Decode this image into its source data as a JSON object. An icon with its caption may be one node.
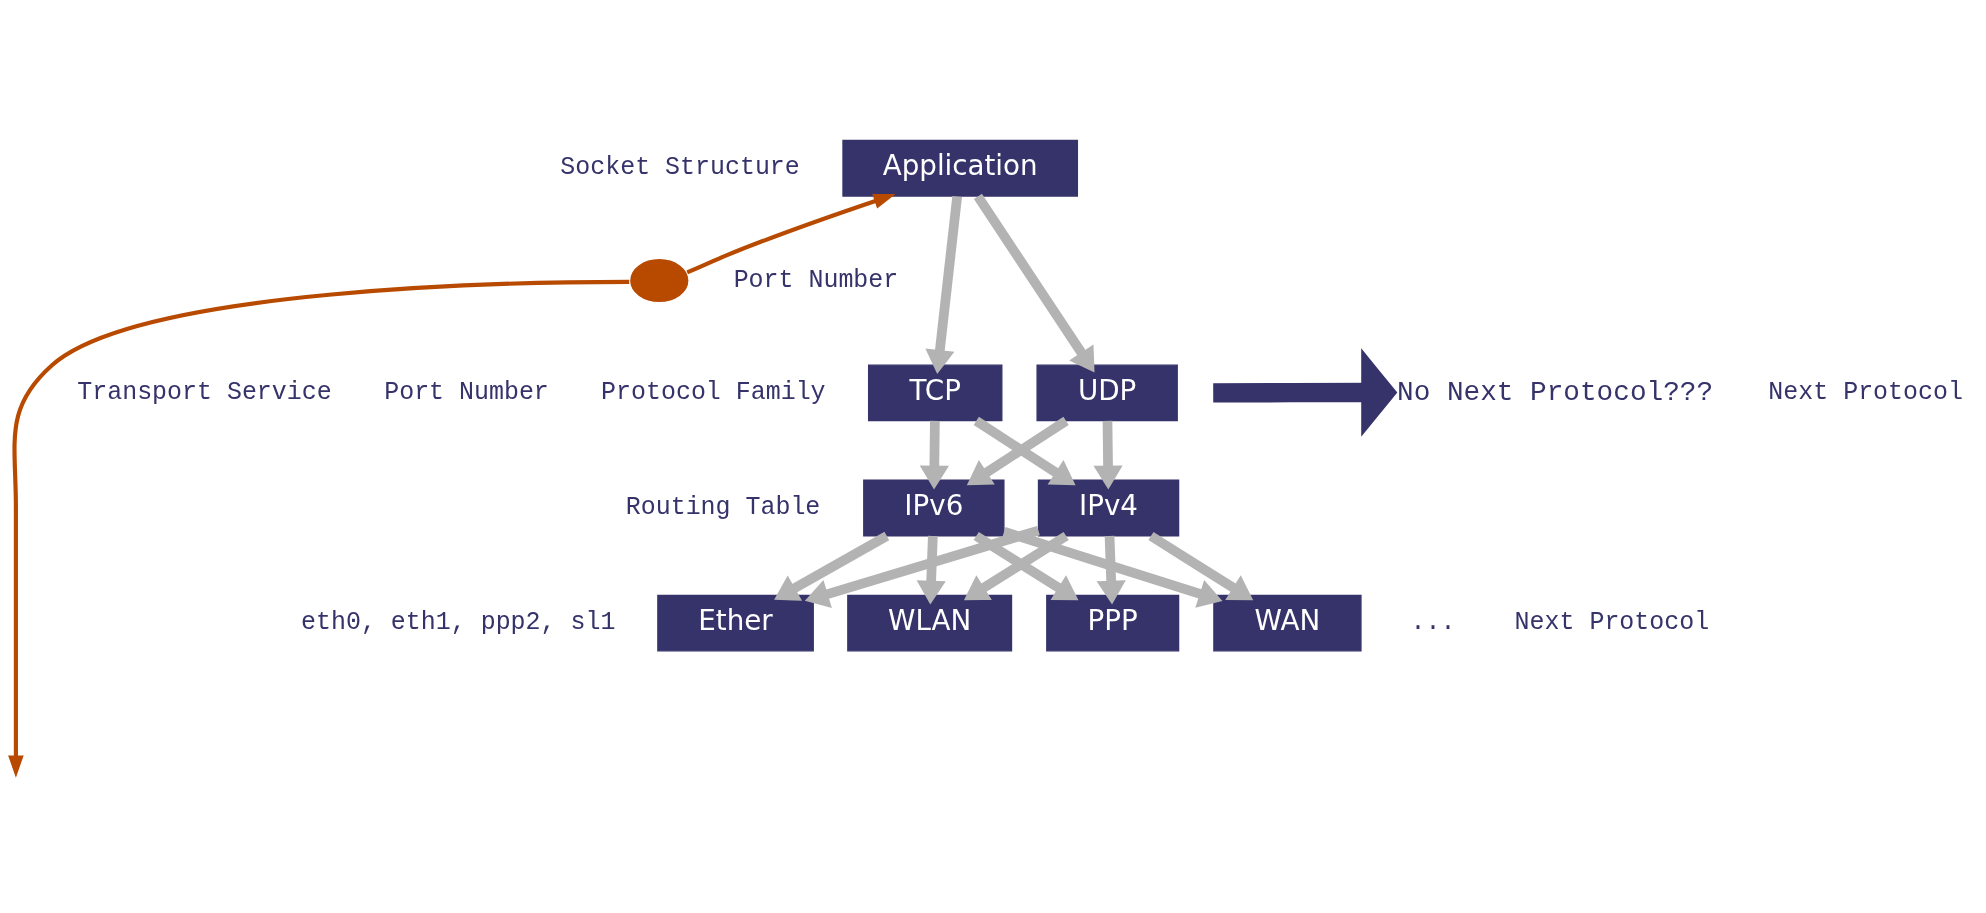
{
  "diagram": {
    "nodes": [
      {
        "text": [
          "Application"
        ]
      },
      {
        "text": [
          "TCP"
        ]
      },
      {
        "text": [
          "UDP"
        ]
      },
      {
        "text": [
          "IPv6"
        ]
      },
      {
        "text": [
          "IPv4"
        ]
      },
      {
        "text": [
          "Ether"
        ]
      },
      {
        "text": [
          "WLAN"
        ]
      },
      {
        "text": [
          "PPP"
        ]
      },
      {
        "text": [
          "WAN"
        ]
      },
      {
        "text": [],
        "shape": "circle"
      },
      {
        "text": [
          "No Next Protocol???"
        ]
      }
    ],
    "edges": [
      {
        "from": 0,
        "to": 1,
        "arrow": "to"
      },
      {
        "from": 0,
        "to": 2,
        "arrow": "to"
      },
      {
        "from": 1,
        "to": 3,
        "arrow": "to"
      },
      {
        "from": 1,
        "to": 4,
        "arrow": "to"
      },
      {
        "from": 2,
        "to": 3,
        "arrow": "to"
      },
      {
        "from": 2,
        "to": 4,
        "arrow": "to"
      },
      {
        "from": 3,
        "to": 5,
        "arrow": "to"
      },
      {
        "from": 3,
        "to": 6,
        "arrow": "to"
      },
      {
        "from": 3,
        "to": 7,
        "arrow": "to"
      },
      {
        "from": 3,
        "to": 8,
        "arrow": "to"
      },
      {
        "from": 4,
        "to": 5,
        "arrow": "to"
      },
      {
        "from": 4,
        "to": 6,
        "arrow": "to"
      },
      {
        "from": 4,
        "to": 7,
        "arrow": "to"
      },
      {
        "from": 4,
        "to": 8,
        "arrow": "to"
      },
      {
        "from": 9,
        "to": 0,
        "arrow": "to",
        "color": "#b84a00"
      },
      {
        "from": 9,
        "to": null,
        "arrow": "to",
        "color": "#b84a00"
      },
      {
        "from": null,
        "to": 10,
        "arrow": "to",
        "style": "thick",
        "color": "#35336a"
      }
    ],
    "labels": [
      "Socket Structure",
      "Port Number",
      "Transport Service",
      "Port Number",
      "Protocol Family",
      "Next Protocol",
      "Routing Table",
      "eth0, eth1, ppp2, sl1",
      "...",
      "Next Protocol"
    ]
  }
}
